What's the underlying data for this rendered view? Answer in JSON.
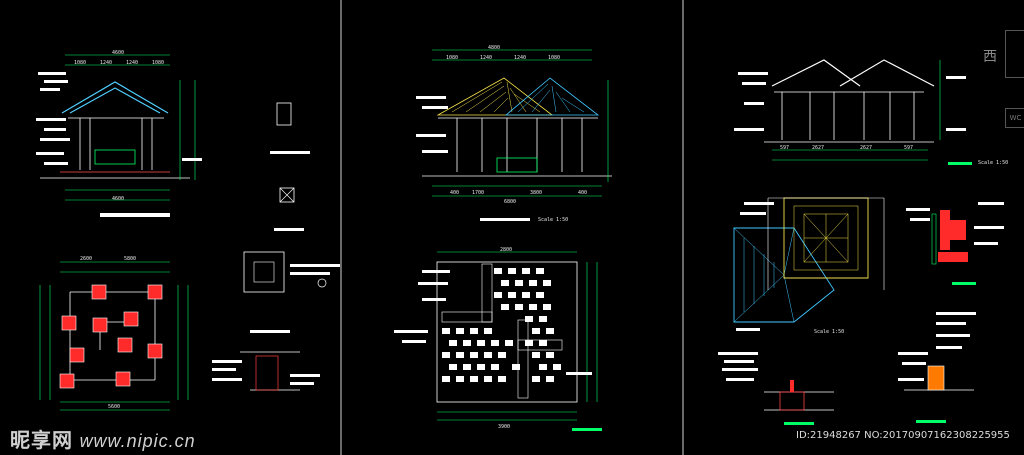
{
  "watermark": {
    "brand": "昵享网",
    "url": "www.nipic.cn"
  },
  "image_id": "ID:21948267 NO:20170907162308225955",
  "side_char": "西",
  "side_box": "WC",
  "dims": {
    "p1_top_total": "4600",
    "p1_top_a": "1080",
    "p1_top_b": "1240",
    "p1_top_c": "1240",
    "p1_top_d": "1080",
    "p1_bottom": "4600",
    "p1_plan_a": "2600",
    "p1_plan_b": "5800",
    "p1_plan_bottom": "5600",
    "p2_top_total": "4800",
    "p2_top_a": "1080",
    "p2_top_b": "1240",
    "p2_top_c": "1240",
    "p2_top_d": "1080",
    "p2_mid_a": "400",
    "p2_mid_b": "1700",
    "p2_mid_c": "3800",
    "p2_mid_d": "400",
    "p2_bottom": "6800",
    "p2_plan_top": "2800",
    "p2_plan_bottom": "3900",
    "p3_top_a": "597",
    "p3_top_b": "2627",
    "p3_top_c": "2627",
    "p3_top_d": "597"
  },
  "titles": {
    "p2_scale": "Scale 1:50",
    "p3_scale": "Scale 1:50",
    "p3_scale_b": "Scale 1:50"
  }
}
